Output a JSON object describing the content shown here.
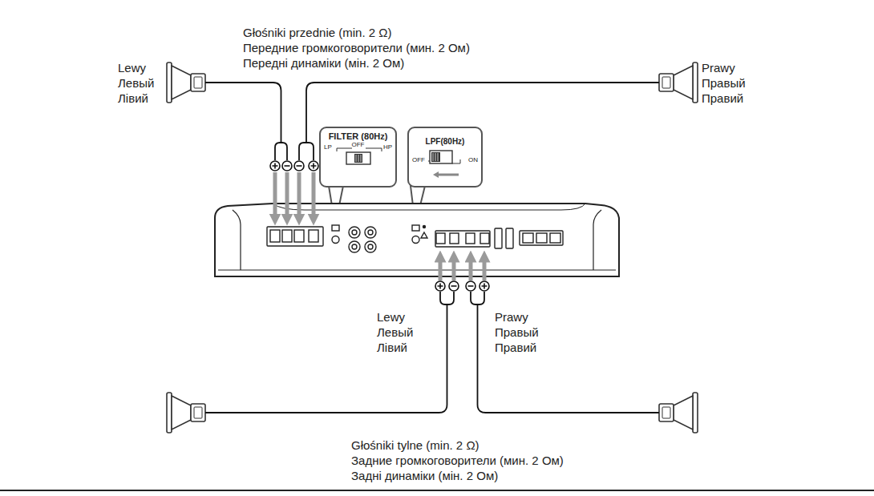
{
  "diagram": {
    "nodes": [
      {
        "text": [
          "FILTER (80Hz)",
          "LP",
          "OFF",
          "HP"
        ]
      },
      {
        "text": [
          "LPF(80Hz)",
          "OFF",
          "ON"
        ]
      }
    ],
    "labels": [
      "Głośniki przednie (min. 2 Ω)",
      "Передние громкоговорители (мин. 2 Ом)",
      "Передні динаміки (мін. 2 Ом)",
      "Lewy",
      "Левый",
      "Лівий",
      "Prawy",
      "Правый",
      "Правий",
      "Lewy",
      "Левый",
      "Лівий",
      "Prawy",
      "Правый",
      "Правий",
      "Głośniki tylne (min. 2 Ω)",
      "Задние громкоговорители (мин. 2 Ом)",
      "Задні динаміки (мін. 2 Ом)"
    ]
  }
}
